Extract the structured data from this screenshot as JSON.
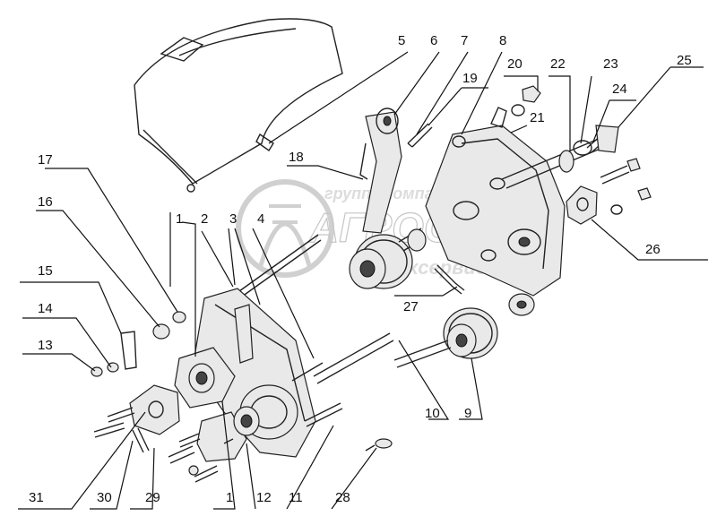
{
  "watermark": {
    "line1": "группа компаний",
    "line2": "АГРОСНАБ",
    "line3": "Техсервис"
  },
  "labels": [
    "5",
    "6",
    "7",
    "8",
    "20",
    "22",
    "23",
    "25",
    "19",
    "24",
    "21",
    "18",
    "17",
    "16",
    "1",
    "2",
    "3",
    "4",
    "26",
    "15",
    "14",
    "27",
    "13",
    "10",
    "9",
    "31",
    "30",
    "29",
    "1",
    "12",
    "11",
    "28"
  ]
}
